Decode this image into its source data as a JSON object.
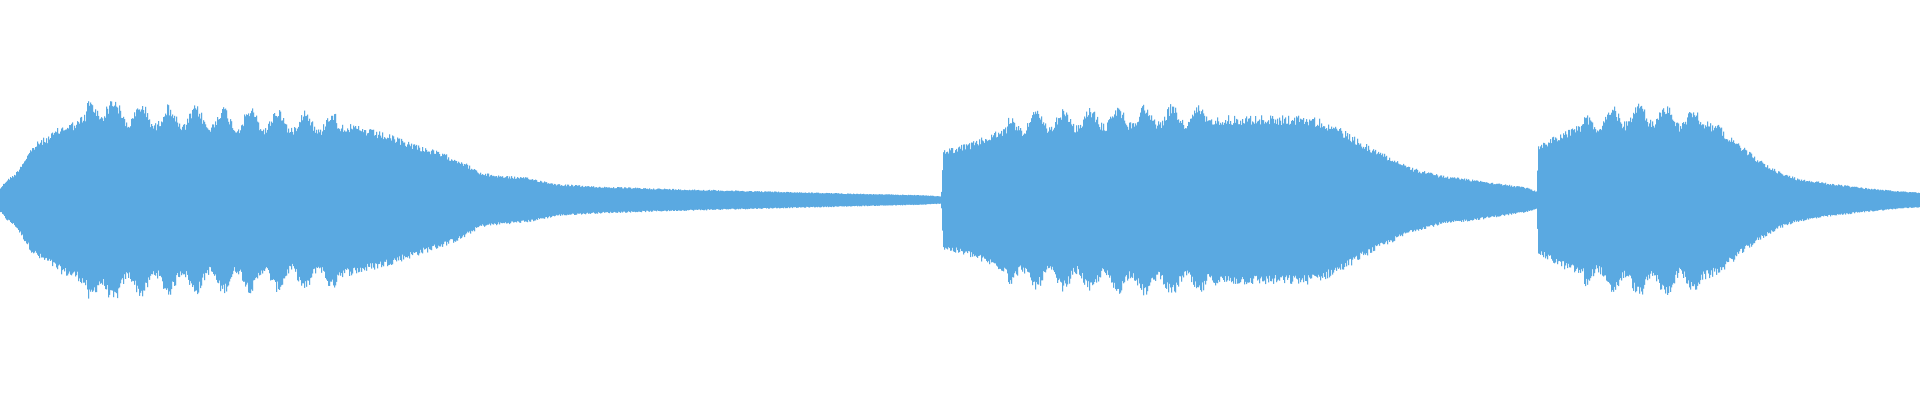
{
  "waveform": {
    "color": "#5aa9e1",
    "background": "#ffffff",
    "envelope": [
      [
        0.0,
        0.1
      ],
      [
        0.003,
        0.16
      ],
      [
        0.008,
        0.22
      ],
      [
        0.012,
        0.32
      ],
      [
        0.016,
        0.42
      ],
      [
        0.02,
        0.48
      ],
      [
        0.025,
        0.52
      ],
      [
        0.03,
        0.58
      ],
      [
        0.035,
        0.62
      ],
      [
        0.04,
        0.64
      ],
      [
        0.045,
        0.72
      ],
      [
        0.05,
        0.78
      ],
      [
        0.055,
        0.76
      ],
      [
        0.06,
        0.73
      ],
      [
        0.07,
        0.7
      ],
      [
        0.09,
        0.68
      ],
      [
        0.11,
        0.67
      ],
      [
        0.13,
        0.66
      ],
      [
        0.15,
        0.65
      ],
      [
        0.17,
        0.64
      ],
      [
        0.185,
        0.6
      ],
      [
        0.2,
        0.54
      ],
      [
        0.215,
        0.46
      ],
      [
        0.23,
        0.38
      ],
      [
        0.24,
        0.32
      ],
      [
        0.25,
        0.22
      ],
      [
        0.26,
        0.2
      ],
      [
        0.275,
        0.18
      ],
      [
        0.29,
        0.13
      ],
      [
        0.31,
        0.11
      ],
      [
        0.35,
        0.09
      ],
      [
        0.4,
        0.07
      ],
      [
        0.45,
        0.05
      ],
      [
        0.48,
        0.04
      ],
      [
        0.49,
        0.03
      ],
      [
        0.491,
        0.4
      ],
      [
        0.495,
        0.42
      ],
      [
        0.505,
        0.46
      ],
      [
        0.52,
        0.56
      ],
      [
        0.53,
        0.64
      ],
      [
        0.56,
        0.66
      ],
      [
        0.58,
        0.68
      ],
      [
        0.6,
        0.7
      ],
      [
        0.62,
        0.69
      ],
      [
        0.64,
        0.68
      ],
      [
        0.66,
        0.68
      ],
      [
        0.68,
        0.68
      ],
      [
        0.69,
        0.64
      ],
      [
        0.7,
        0.56
      ],
      [
        0.71,
        0.46
      ],
      [
        0.72,
        0.38
      ],
      [
        0.735,
        0.26
      ],
      [
        0.75,
        0.2
      ],
      [
        0.77,
        0.16
      ],
      [
        0.795,
        0.1
      ],
      [
        0.8,
        0.07
      ],
      [
        0.801,
        0.44
      ],
      [
        0.805,
        0.48
      ],
      [
        0.815,
        0.56
      ],
      [
        0.825,
        0.62
      ],
      [
        0.845,
        0.7
      ],
      [
        0.865,
        0.7
      ],
      [
        0.885,
        0.66
      ],
      [
        0.895,
        0.6
      ],
      [
        0.905,
        0.46
      ],
      [
        0.915,
        0.34
      ],
      [
        0.925,
        0.24
      ],
      [
        0.935,
        0.18
      ],
      [
        0.95,
        0.14
      ],
      [
        0.97,
        0.1
      ],
      [
        0.99,
        0.07
      ],
      [
        1.0,
        0.06
      ]
    ],
    "bumps": [
      {
        "from": 0.045,
        "to": 0.175,
        "period": 0.0142,
        "depth": 0.16
      },
      {
        "from": 0.525,
        "to": 0.63,
        "period": 0.0142,
        "depth": 0.14
      },
      {
        "from": 0.825,
        "to": 0.885,
        "period": 0.0142,
        "depth": 0.15
      }
    ]
  }
}
